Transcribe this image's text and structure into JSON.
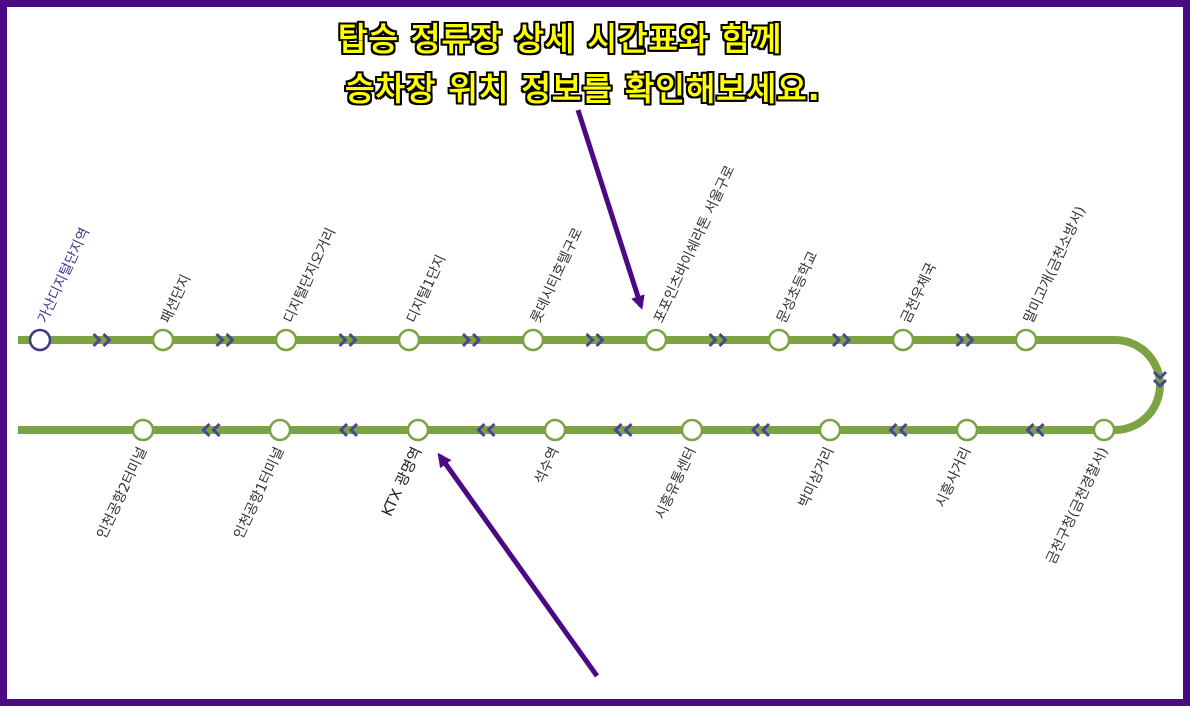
{
  "headline": {
    "line1": "탑승 정류장 상세 시간표와 함께",
    "line2": "승차장 위치 정보를 확인해보세요."
  },
  "colors": {
    "frame": "#4b0a84",
    "route_line": "#7ca342",
    "stop_fill": "#ffffff",
    "stop_stroke": "#7ca342",
    "first_stop_stroke": "#3c3a8c",
    "direction_arrows": "#4c4591",
    "pointer_arrow": "#4b0a84",
    "headline_text": "#ffff00",
    "headline_outline": "#000000"
  },
  "route": {
    "outbound_stops": [
      "가산디지털단지역",
      "패션단지",
      "디지털단지오거리",
      "디지털1단지",
      "롯데시티호텔구로",
      "포포인츠바이쉐라톤 서울구로",
      "문성초등학교",
      "금천우체국",
      "말미고개(금천소방서)"
    ],
    "inbound_stops": [
      "금천구청(금천경찰서)",
      "시흥사거리",
      "박미삼거리",
      "시흥유통센터",
      "석수역",
      "KTX 광명역",
      "인천공항1터미널",
      "인천공항2터미널"
    ]
  }
}
